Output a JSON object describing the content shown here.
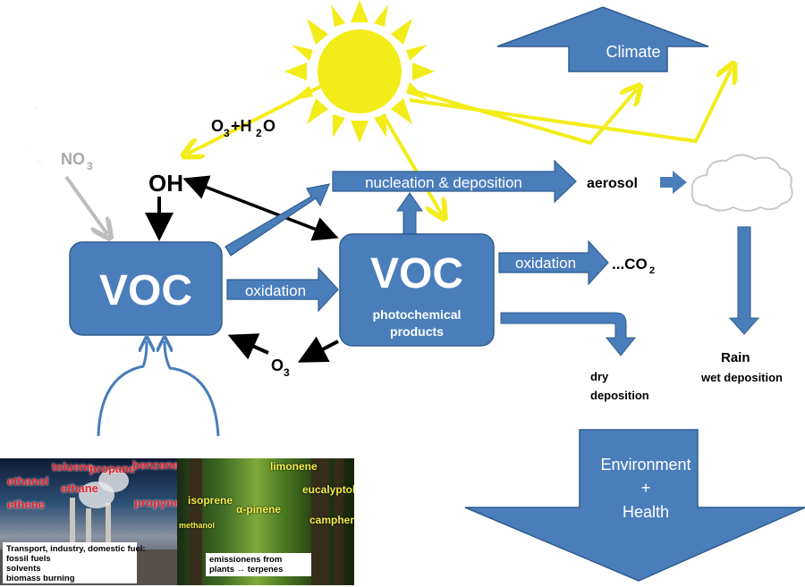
{
  "labels": {
    "climate": "Climate",
    "nucleation": "nucleation & deposition",
    "aerosol": "aerosol",
    "oxidation_left": "oxidation",
    "oxidation_right": "oxidation",
    "co2_prefix": "...CO",
    "co2_sub": "2",
    "voc_left": "VOC",
    "voc_right": "VOC",
    "voc_right_sub_line1": "photochemical",
    "voc_right_sub_line2": "products",
    "oh": "OH",
    "o3h2o_a": "O",
    "o3h2o_b": "3",
    "o3h2o_c": "+H",
    "o3h2o_d": "2",
    "o3h2o_e": "O",
    "no3_a": "NO",
    "no3_b": "3",
    "o3_a": "O",
    "o3_b": "3",
    "dry_line1": "dry",
    "dry_line2": "deposition",
    "rain_line1": "Rain",
    "rain_line2": "wet deposition",
    "env_line1": "Environment",
    "env_line2": "+",
    "env_line3": "Health"
  },
  "photo_left": {
    "words": [
      "toluene",
      "propane",
      "benzene",
      "ethanol",
      "ethane",
      "ethene",
      "propyne"
    ],
    "caption": [
      "Transport, industry, domestic fuel:",
      "fossil fuels",
      "solvents",
      "biomass burning"
    ]
  },
  "photo_right": {
    "words": [
      "limonene",
      "isoprene",
      "α-pinene",
      "eucalyptol",
      "campher",
      "methanol"
    ],
    "caption": [
      "emissionens from",
      "plants → terpenes"
    ]
  },
  "colors": {
    "blue": "#4a7ebb",
    "blue_dark": "#2f5c8f",
    "yellow": "#f2ec18",
    "cloud_stroke": "#c9c9c9",
    "grey_arrow": "#bdbdbd",
    "red_text": "#e4232b",
    "yellow_text": "#f1ec4a"
  },
  "icons": [
    "sun-icon",
    "moon-icon",
    "cloud-icon"
  ]
}
